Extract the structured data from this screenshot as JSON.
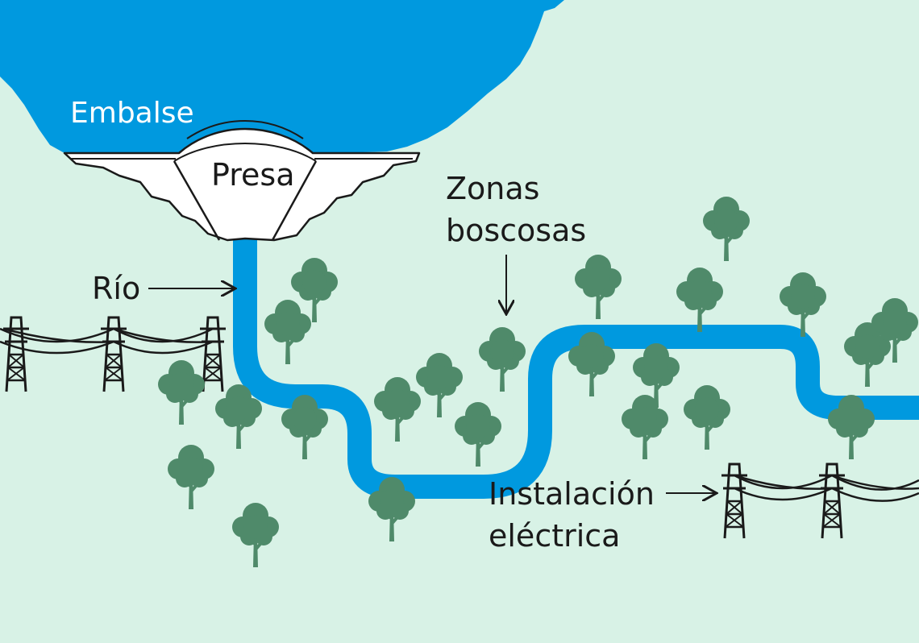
{
  "labels": {
    "reservoir": "Embalse",
    "dam": "Presa",
    "river": "Río",
    "forest_line1": "Zonas",
    "forest_line2": "boscosas",
    "power_line1": "Instalación",
    "power_line2": "eléctrica"
  },
  "colors": {
    "background": "#d8f2e6",
    "water": "#0099df",
    "tree": "#4f8a6a",
    "dam_fill": "#ffffff",
    "ink": "#1a1a1a"
  },
  "icons": [
    "tree-icon",
    "power-pylon-icon",
    "arrow-icon"
  ]
}
